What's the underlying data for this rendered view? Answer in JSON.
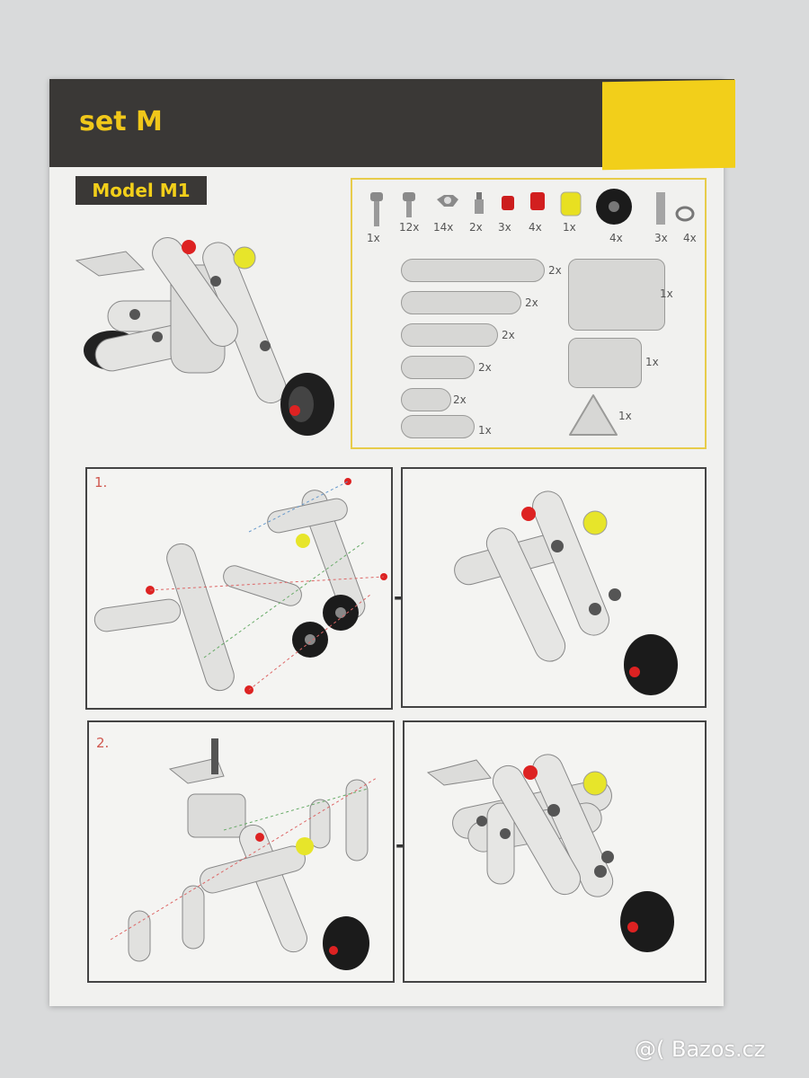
{
  "header": {
    "set_title": "set M"
  },
  "model": {
    "label": "Model M1"
  },
  "parts_small": [
    {
      "name": "long-bolt-icon",
      "qty": "1x"
    },
    {
      "name": "short-bolt-icon",
      "qty": "12x"
    },
    {
      "name": "nut-icon",
      "qty": "14x"
    },
    {
      "name": "spacer-pin-icon",
      "qty": "2x"
    },
    {
      "name": "red-cap-short-icon",
      "qty": "3x"
    },
    {
      "name": "red-cap-tall-icon",
      "qty": "4x"
    },
    {
      "name": "yellow-cap-icon",
      "qty": "1x"
    },
    {
      "name": "wheel-icon",
      "qty": "4x"
    },
    {
      "name": "axle-tube-icon",
      "qty": "3x"
    },
    {
      "name": "ring-icon",
      "qty": "4x"
    }
  ],
  "parts_strips": [
    {
      "name": "strip-9-hole",
      "qty": "2x"
    },
    {
      "name": "strip-7-hole",
      "qty": "2x"
    },
    {
      "name": "strip-5-hole",
      "qty": "2x"
    },
    {
      "name": "strip-4-hole",
      "qty": "2x"
    },
    {
      "name": "strip-3-hole",
      "qty": "2x"
    },
    {
      "name": "strip-double-3-hole",
      "qty": "1x"
    }
  ],
  "parts_plates": [
    {
      "name": "bracket-plate",
      "qty": "1x"
    },
    {
      "name": "square-plate",
      "qty": "1x"
    },
    {
      "name": "triangle-plate",
      "qty": "1x"
    }
  ],
  "steps": [
    {
      "number": "1."
    },
    {
      "number": "2."
    }
  ],
  "colors": {
    "header_dark": "#3a3836",
    "accent_yellow": "#f2cf1a",
    "step_red": "#d0584f"
  },
  "watermark": "@( Bazos.cz"
}
